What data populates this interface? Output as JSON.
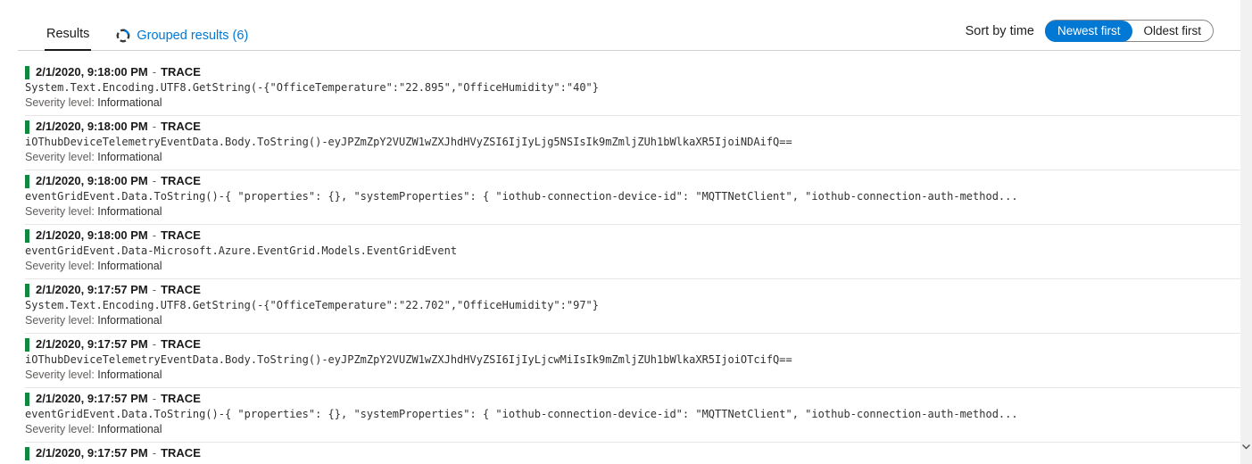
{
  "header": {
    "tabs": [
      {
        "label": "Results",
        "active": true
      },
      {
        "label": "Grouped results (6)",
        "active": false,
        "icon": "grouped-results-icon"
      }
    ],
    "sort_label": "Sort by time",
    "sort_options": [
      {
        "label": "Newest first",
        "selected": true
      },
      {
        "label": "Oldest first",
        "selected": false
      }
    ]
  },
  "entries": [
    {
      "timestamp": "2/1/2020, 9:18:00 PM",
      "separator": "-",
      "level": "TRACE",
      "message": "System.Text.Encoding.UTF8.GetString(-{\"OfficeTemperature\":\"22.895\",\"OfficeHumidity\":\"40\"}",
      "severity_label": "Severity level:",
      "severity": "Informational"
    },
    {
      "timestamp": "2/1/2020, 9:18:00 PM",
      "separator": "-",
      "level": "TRACE",
      "message": "iOThubDeviceTelemetryEventData.Body.ToString()-eyJPZmZpY2VUZW1wZXJhdHVyZSI6IjIyLjg5NSIsIk9mZmljZUh1bWlkaXR5IjoiNDAifQ==",
      "severity_label": "Severity level:",
      "severity": "Informational"
    },
    {
      "timestamp": "2/1/2020, 9:18:00 PM",
      "separator": "-",
      "level": "TRACE",
      "message": "eventGridEvent.Data.ToString()-{ \"properties\": {}, \"systemProperties\": { \"iothub-connection-device-id\": \"MQTTNetClient\", \"iothub-connection-auth-method...",
      "severity_label": "Severity level:",
      "severity": "Informational"
    },
    {
      "timestamp": "2/1/2020, 9:18:00 PM",
      "separator": "-",
      "level": "TRACE",
      "message": "eventGridEvent.Data-Microsoft.Azure.EventGrid.Models.EventGridEvent",
      "severity_label": "Severity level:",
      "severity": "Informational"
    },
    {
      "timestamp": "2/1/2020, 9:17:57 PM",
      "separator": "-",
      "level": "TRACE",
      "message": "System.Text.Encoding.UTF8.GetString(-{\"OfficeTemperature\":\"22.702\",\"OfficeHumidity\":\"97\"}",
      "severity_label": "Severity level:",
      "severity": "Informational"
    },
    {
      "timestamp": "2/1/2020, 9:17:57 PM",
      "separator": "-",
      "level": "TRACE",
      "message": "iOThubDeviceTelemetryEventData.Body.ToString()-eyJPZmZpY2VUZW1wZXJhdHVyZSI6IjIyLjcwMiIsIk9mZmljZUh1bWlkaXR5IjoiOTcifQ==",
      "severity_label": "Severity level:",
      "severity": "Informational"
    },
    {
      "timestamp": "2/1/2020, 9:17:57 PM",
      "separator": "-",
      "level": "TRACE",
      "message": "eventGridEvent.Data.ToString()-{ \"properties\": {}, \"systemProperties\": { \"iothub-connection-device-id\": \"MQTTNetClient\", \"iothub-connection-auth-method...",
      "severity_label": "Severity level:",
      "severity": "Informational"
    },
    {
      "timestamp": "2/1/2020, 9:17:57 PM",
      "separator": "-",
      "level": "TRACE"
    }
  ],
  "colors": {
    "accent": "#0078d4",
    "trace_bar": "#10893e"
  }
}
